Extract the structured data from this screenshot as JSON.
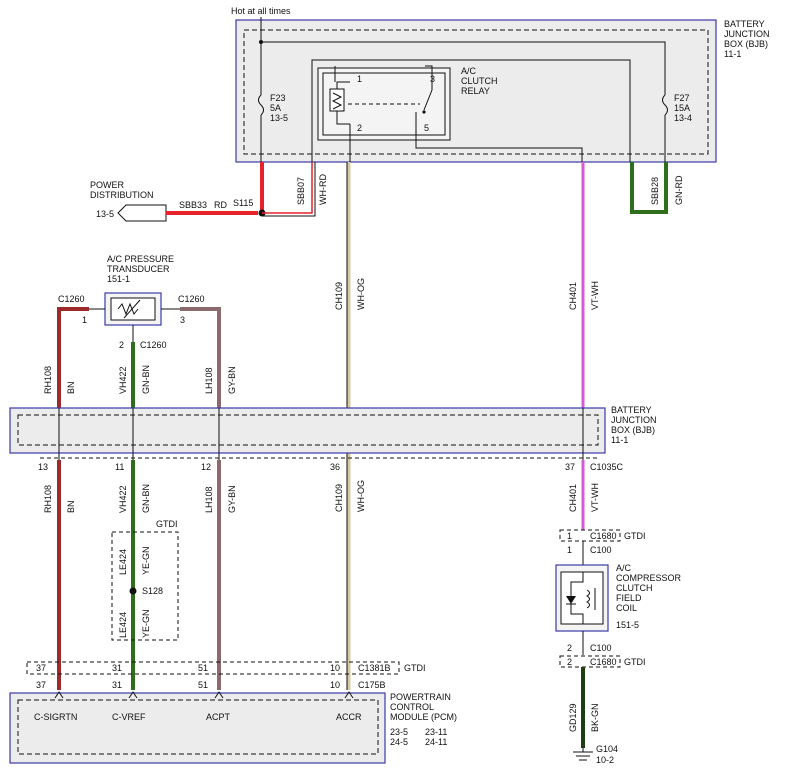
{
  "colors": {
    "red": "#e8222a",
    "brown": "#9e2b2b",
    "dark_green": "#2f6f1c",
    "gray_brown": "#8a6a6a",
    "white_orange": "#d8c9a0",
    "violet_white": "#d55bd8",
    "box_border": "#3a3aa8",
    "box_fill": "#ececec"
  },
  "top_label": "Hot at all times",
  "bjb_top": {
    "lines": [
      "BATTERY",
      "JUNCTION",
      "BOX (BJB)",
      "11-1"
    ]
  },
  "fuse_f23": {
    "lines": [
      "F23",
      "5A",
      "13-5"
    ]
  },
  "fuse_f27": {
    "lines": [
      "F27",
      "15A",
      "13-4"
    ]
  },
  "relay": {
    "lines": [
      "A/C",
      "CLUTCH",
      "RELAY"
    ],
    "pin1": "1",
    "pin2": "2",
    "pin3": "3",
    "pin5": "5"
  },
  "power_distribution": {
    "lines": [
      "POWER",
      "DISTRIBUTION"
    ],
    "ref": "13-5",
    "wire": "SBB33",
    "color": "RD",
    "splice": "S115"
  },
  "wire_labels": {
    "sbb07": "SBB07",
    "sbb07_color": "WH-RD",
    "sbb28": "SBB28",
    "sbb28_color": "GN-RD",
    "ch109": "CH109",
    "ch109_color": "WH-OG",
    "ch401": "CH401",
    "ch401_color": "VT-WH",
    "rh108": "RH108",
    "rh108_color": "BN",
    "vh422": "VH422",
    "vh422_color": "GN-BN",
    "lh108": "LH108",
    "lh108_color": "GY-BN",
    "le424": "LE424",
    "le424_color": "YE-GN",
    "gd129": "GD129",
    "gd129_color": "BK-GN"
  },
  "transducer": {
    "lines": [
      "A/C PRESSURE",
      "TRANSDUCER",
      "151-1"
    ],
    "conn_left": "C1260",
    "conn_right": "C1260",
    "conn_bottom": "C1260",
    "pin1": "1",
    "pin2": "2",
    "pin3": "3"
  },
  "bjb_mid": {
    "lines": [
      "BATTERY",
      "JUNCTION",
      "BOX (BJB)",
      "11-1"
    ]
  },
  "bjb_mid_pins": {
    "p13": "13",
    "p11": "11",
    "p12": "12",
    "p36": "36",
    "p37": "37",
    "conn": "C1035C"
  },
  "gtdi_label": "GTDI",
  "splice_s128": "S128",
  "compressor": {
    "lines": [
      "A/C",
      "COMPRESSOR",
      "CLUTCH",
      "FIELD",
      "COIL",
      "151-5"
    ],
    "top_conn1": "C1680",
    "top_pin1": "1",
    "top_conn2": "C100",
    "top_pin2": "1",
    "bot_conn1": "C100",
    "bot_pin1": "2",
    "bot_conn2": "C1680",
    "bot_pin2": "2",
    "gtdi": "GTDI"
  },
  "pcm_connectors": {
    "c1381b": "C1381B",
    "c175b": "C175B",
    "gtdi": "GTDI",
    "p37": "37",
    "p31": "31",
    "p51": "51",
    "p10": "10"
  },
  "pcm": {
    "lines": [
      "POWERTRAIN",
      "CONTROL",
      "MODULE (PCM)"
    ],
    "refs_a": [
      "23-5",
      "24-5"
    ],
    "refs_b": [
      "23-11",
      "24-11"
    ],
    "pins": [
      "C-SIGRTN",
      "C-VREF",
      "ACPT",
      "ACCR"
    ]
  },
  "ground": {
    "name": "G104",
    "ref": "10-2"
  }
}
